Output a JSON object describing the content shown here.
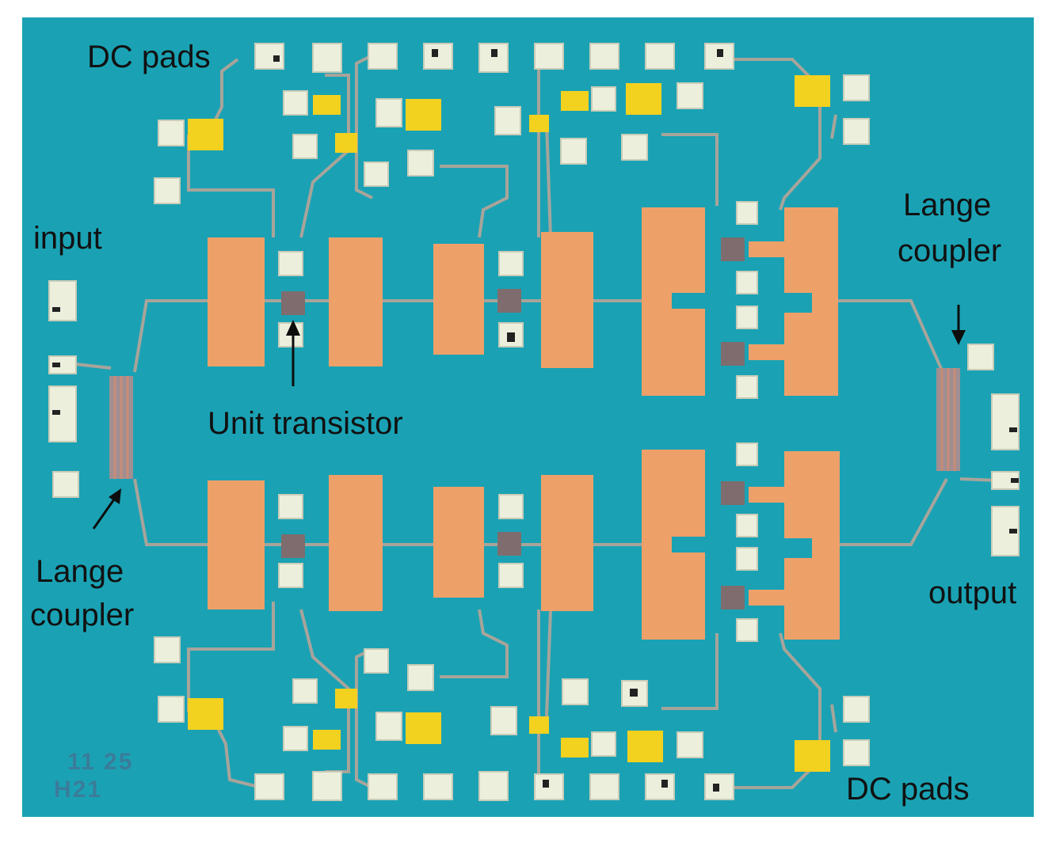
{
  "colors": {
    "substrate": "#1aa2b4",
    "metal_plate": "#eea069",
    "trace": "#a8a49a",
    "pad": "#ecefdc",
    "capacitor": "#f3d11f",
    "arrow": "#0d0d0d",
    "label": "#111111",
    "chip_marking": "#3a7c9a"
  },
  "labels": {
    "dc_pads_top": "DC pads",
    "input": "input",
    "lange_coupler_left_line1": "Lange",
    "lange_coupler_left_line2": "coupler",
    "unit_transistor": "Unit transistor",
    "lange_coupler_right_line1": "Lange",
    "lange_coupler_right_line2": "coupler",
    "output": "output",
    "dc_pads_bottom": "DC pads"
  },
  "chip_marking": {
    "line1": "11 25",
    "line2": "H21"
  }
}
